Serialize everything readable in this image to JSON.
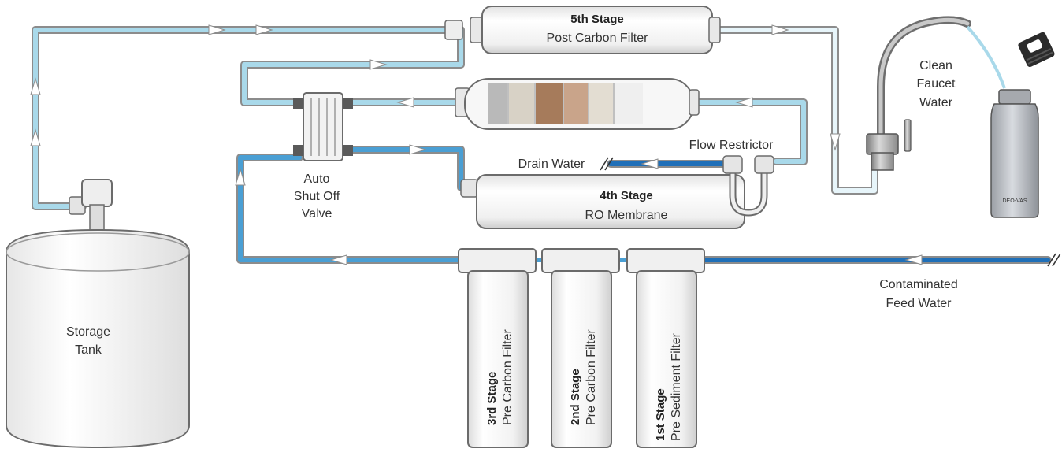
{
  "labels": {
    "stage5_title": "5th Stage",
    "stage5_sub": "Post Carbon Filter",
    "stage4_title": "4th Stage",
    "stage4_sub": "RO Membrane",
    "stage3_title": "3rd Stage",
    "stage3_sub": "Pre Carbon Filter",
    "stage2_title": "2nd Stage",
    "stage2_sub": "Pre Carbon Filter",
    "stage1_title": "1st Stage",
    "stage1_sub": "Pre Sediment Filter",
    "valve_l1": "Auto",
    "valve_l2": "Shut Off",
    "valve_l3": "Valve",
    "drain": "Drain Water",
    "restrictor": "Flow Restrictor",
    "faucet_l1": "Clean",
    "faucet_l2": "Faucet",
    "faucet_l3": "Water",
    "tank_l1": "Storage",
    "tank_l2": "Tank",
    "feed_l1": "Contaminated",
    "feed_l2": "Feed Water",
    "bottle_brand": "DEO-VAS"
  },
  "colors": {
    "pipe_light_blue": "#a9d9ea",
    "pipe_dark_blue": "#1f6fb8",
    "pipe_mid_blue": "#4a9fd4",
    "pipe_outline": "#8c8c8c",
    "housing": "#f4f4f4",
    "outline": "#6b6b6b",
    "text": "#333333"
  },
  "icons": [
    "faucet-icon",
    "water-bottle-icon",
    "bottle-cap-icon",
    "storage-tank-icon",
    "valve-icon"
  ]
}
